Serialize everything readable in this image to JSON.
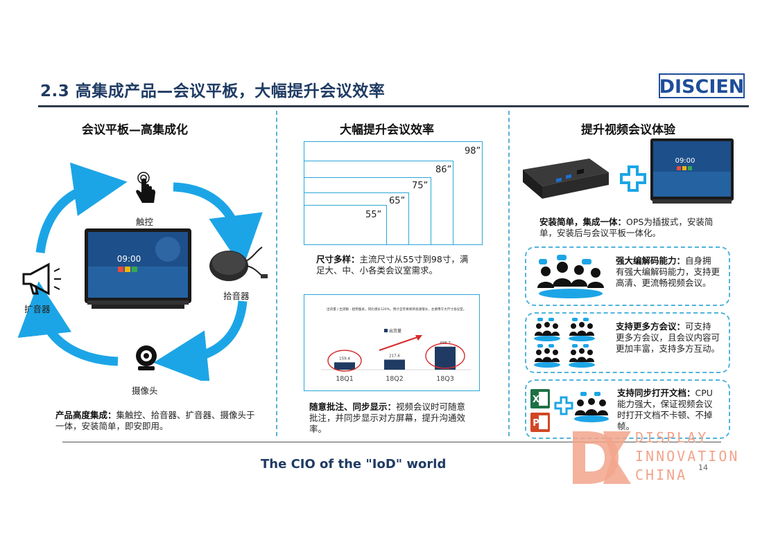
{
  "header": {
    "title": "2.3 高集成产品—会议平板，大幅提升会议效率",
    "logo_text": "DISCIEN"
  },
  "left": {
    "heading": "会议平板—高集成化",
    "labels": {
      "touch": "触控",
      "mic": "拾音器",
      "camera": "摄像头",
      "speaker": "扩音器"
    },
    "screen_time": "09:00",
    "desc_bold": "产品高度集成：",
    "desc_text": "集触控、拾音器、扩音器、摄像头于一体，安装简单，即安即用。"
  },
  "middle": {
    "heading": "大幅提升会议效率",
    "sizes": [
      "98”",
      "86”",
      "75”",
      "65”",
      "55”"
    ],
    "sizes_desc_bold": "尺寸多样：",
    "sizes_desc_text": "主流尺寸从55寸到98寸，满足大、中、小各类会议室需求。",
    "annot_desc_bold": "随意批注、同步显示：",
    "annot_desc_text": "视频会议时可随意批注，并同步显示对方屏幕，提升沟通效率。"
  },
  "chart_data": {
    "type": "bar",
    "title": "出货量 / 出货额 - 趋势图表，同比增长120%，预计全年将保持高速增长，主要用于大尺寸会议室。",
    "legend": [
      "出货量"
    ],
    "categories": [
      "18Q1",
      "18Q2",
      "18Q3"
    ],
    "values": [
      159.4,
      217.6,
      498.7
    ],
    "ylim": [
      0,
      1200
    ],
    "bar_color": "#1f3b63",
    "circle_color": "#d72b2b",
    "arrow_color": "#d72b2b"
  },
  "right": {
    "heading": "提升视频会议体验",
    "screen_time": "09:00",
    "install_bold": "安装简单，集成一体：",
    "install_text": "OPS为插拔式，安装简单，安装后与会议平板一体化。",
    "features": [
      {
        "bold": "强大编解码能力：",
        "text": "自身拥有强大编解码能力，支持更高清、更流畅视频会议。"
      },
      {
        "bold": "支持更多方会议：",
        "text": "可支持更多方会议，且会议内容可更加丰富，支持多方互动。"
      },
      {
        "bold": "支持同步打开文档：",
        "text": "CPU能力强大，保证视频会议时打开文档不卡顿、不掉帧。"
      }
    ],
    "excel_letter": "X",
    "ppt_letter": "P"
  },
  "footer": {
    "slogan": "The CIO of the \"IoD\" world",
    "page": "14"
  },
  "watermark": {
    "line1": "DISPLAY",
    "line2": "INNOVATION",
    "line3": "CHINA"
  },
  "colors": {
    "title": "#1f3b63",
    "accent_blue": "#1ca5e6",
    "dash_blue": "#4fb3dd",
    "watermark": "#f2a48c"
  }
}
